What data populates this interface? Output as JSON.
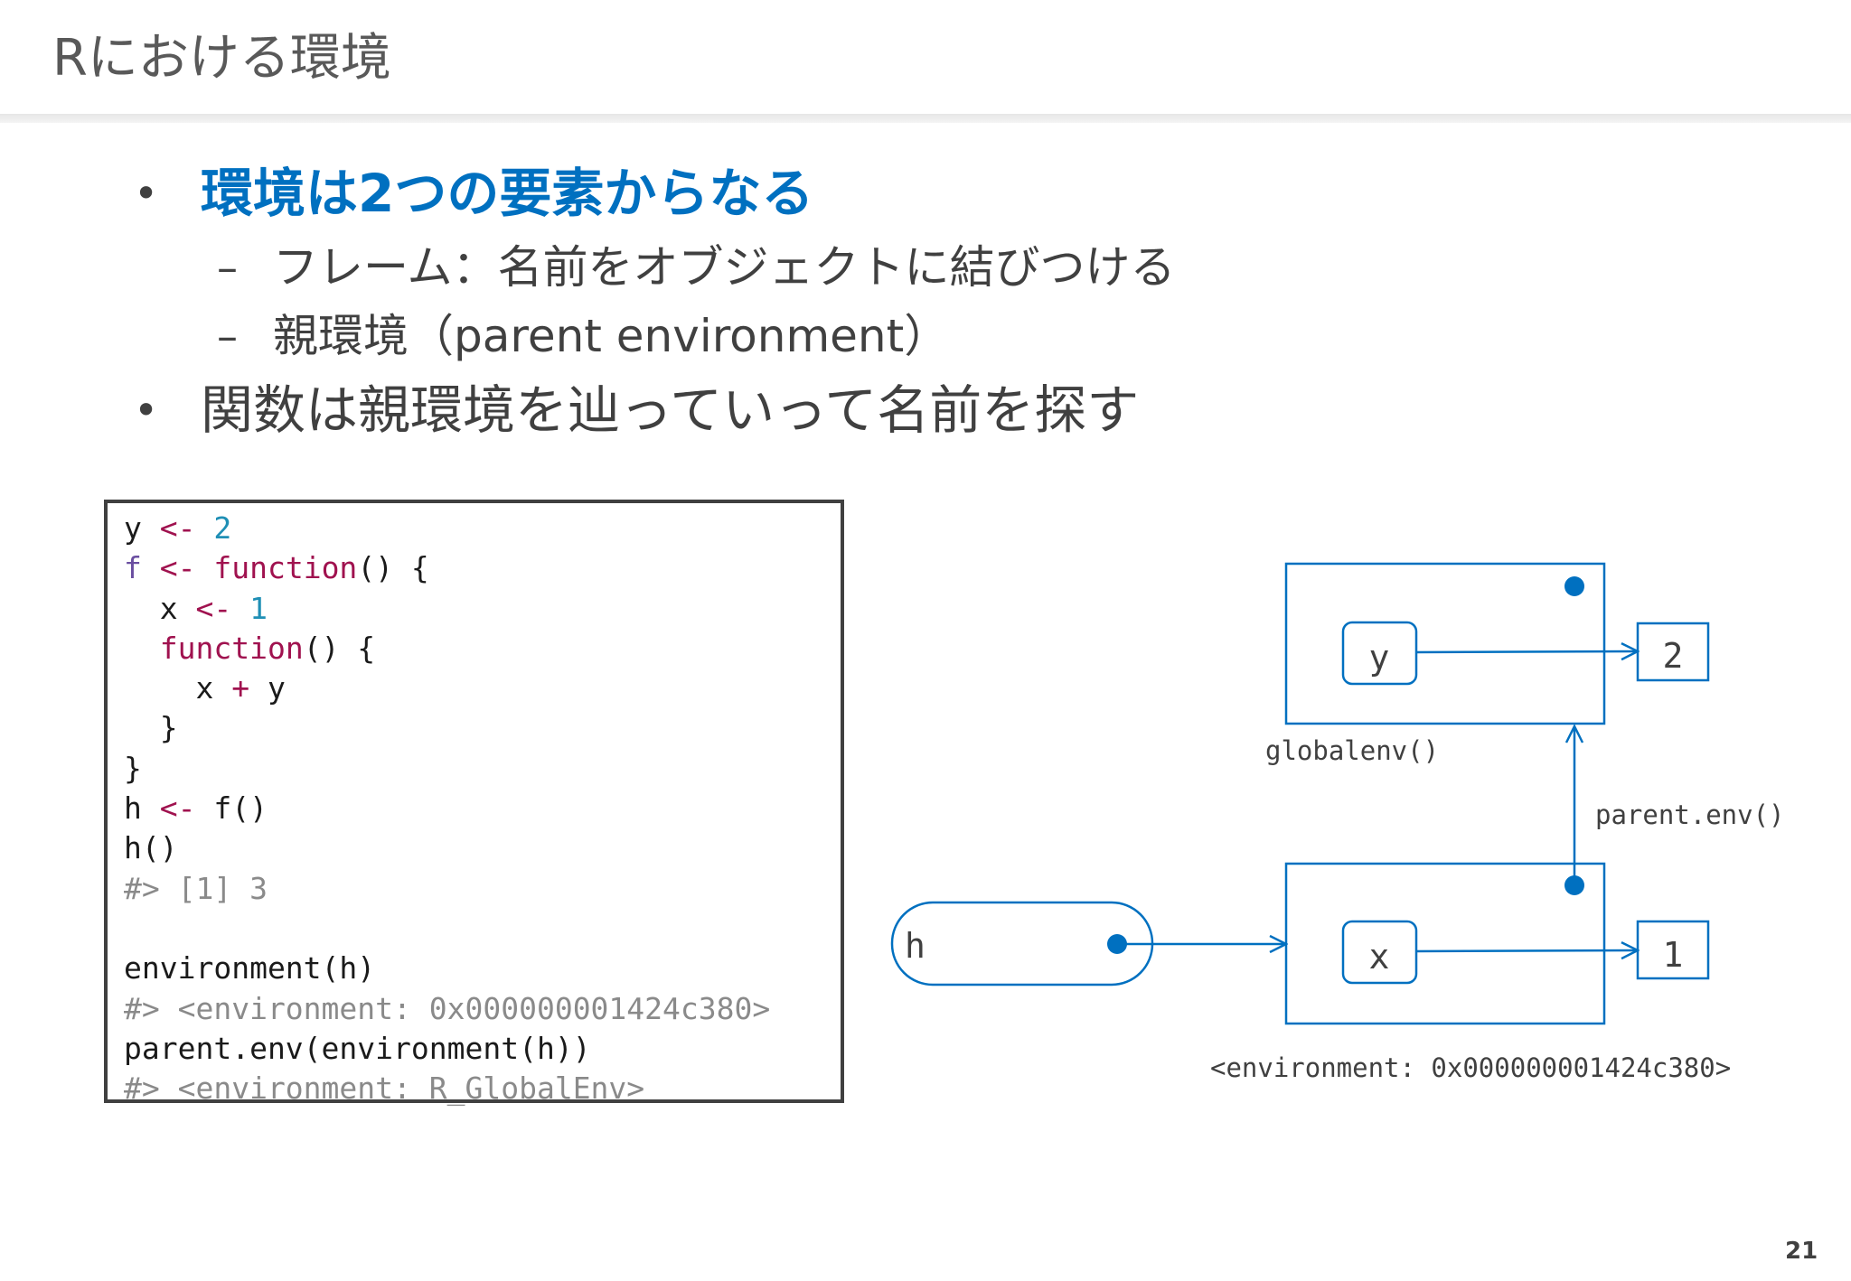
{
  "slide": {
    "title": "Rにおける環境",
    "page_number": "21"
  },
  "bullets": {
    "b1": "環境は2つの要素からなる",
    "b1_sub1": "フレーム：名前をオブジェクトに結びつける",
    "b1_sub2": "親環境（parent environment）",
    "b2": "関数は親環境を辿っていって名前を探す",
    "bullet_symbol": "•",
    "dash_symbol": "–"
  },
  "code": {
    "l1": [
      "y",
      " <- ",
      "2"
    ],
    "l2": [
      "f",
      " <- ",
      "function",
      "() {"
    ],
    "l3": [
      "  x",
      " <- ",
      "1"
    ],
    "l4": [
      "  ",
      "function",
      "() {"
    ],
    "l5": [
      "    x ",
      "+",
      " y"
    ],
    "l6": "  }",
    "l7": "}",
    "l8": [
      "h",
      " <- ",
      "f()"
    ],
    "l9": "h()",
    "l10": "#> [1] 3",
    "l11": "",
    "l12": "environment(h)",
    "l13": "#> <environment: 0x000000001424c380>",
    "l14": "parent.env(environment(h))",
    "l15": "#> <environment: R_GlobalEnv>"
  },
  "diagram": {
    "global_env_label": "globalenv()",
    "global_var": "y",
    "global_value": "2",
    "parent_arrow_label": "parent.env()",
    "local_env_label": "<environment: 0x000000001424c380>",
    "local_var": "x",
    "local_value": "1",
    "function_name": "h",
    "accent_color": "#0070c0"
  }
}
